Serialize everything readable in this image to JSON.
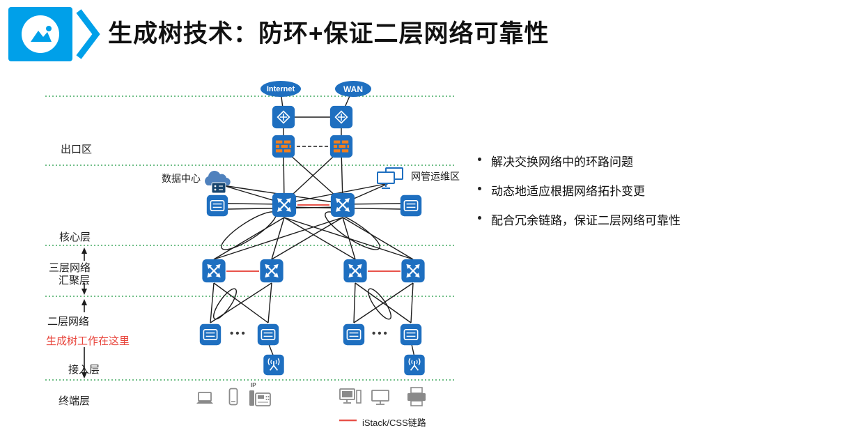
{
  "header": {
    "title": "生成树技术：防环+保证二层网络可靠性"
  },
  "bullets": [
    "解决交换网络中的环路问题",
    "动态地适应根据网络拓扑变更",
    "配合冗余链路，保证二层网络可靠性"
  ],
  "diagram": {
    "clouds": {
      "internet": "Internet",
      "wan": "WAN"
    },
    "zones": {
      "egress": "出口区",
      "core": "核心层",
      "aggregation": "汇聚层",
      "access": "接入层",
      "terminal": "终端层"
    },
    "labels": {
      "datacenter": "数据中心",
      "nms": "网管运维区",
      "dots": "•••",
      "ip": "IP"
    },
    "annotations": {
      "l3": "三层网络",
      "l2": "二层网络",
      "stp_note": "生成树工作在这里"
    },
    "legend": {
      "istack": "iStack/CSS链路"
    },
    "colors": {
      "node_blue": "#1e6fc0",
      "link_red": "#e8534a",
      "zone_green": "#43aa62",
      "logo_blue": "#00a0e9",
      "note_red": "#e8453c"
    }
  }
}
